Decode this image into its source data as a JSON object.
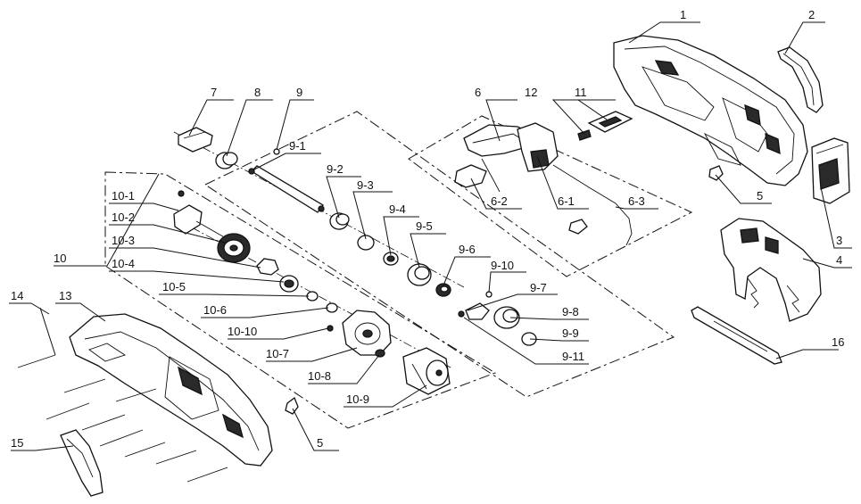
{
  "callouts": {
    "c1": "1",
    "c2": "2",
    "c3": "3",
    "c4": "4",
    "c5a": "5",
    "c5b": "5",
    "c6": "6",
    "c6_1": "6-1",
    "c6_2": "6-2",
    "c6_3": "6-3",
    "c7": "7",
    "c8": "8",
    "c9": "9",
    "c9_1": "9-1",
    "c9_2": "9-2",
    "c9_3": "9-3",
    "c9_4": "9-4",
    "c9_5": "9-5",
    "c9_6": "9-6",
    "c9_7": "9-7",
    "c9_8": "9-8",
    "c9_9": "9-9",
    "c9_10": "9-10",
    "c9_11": "9-11",
    "c10": "10",
    "c10_1": "10-1",
    "c10_2": "10-2",
    "c10_3": "10-3",
    "c10_4": "10-4",
    "c10_5": "10-5",
    "c10_6": "10-6",
    "c10_7": "10-7",
    "c10_8": "10-8",
    "c10_9": "10-9",
    "c10_10": "10-10",
    "c11": "11",
    "c12": "12",
    "c13": "13",
    "c14": "14",
    "c15": "15",
    "c16": "16"
  }
}
